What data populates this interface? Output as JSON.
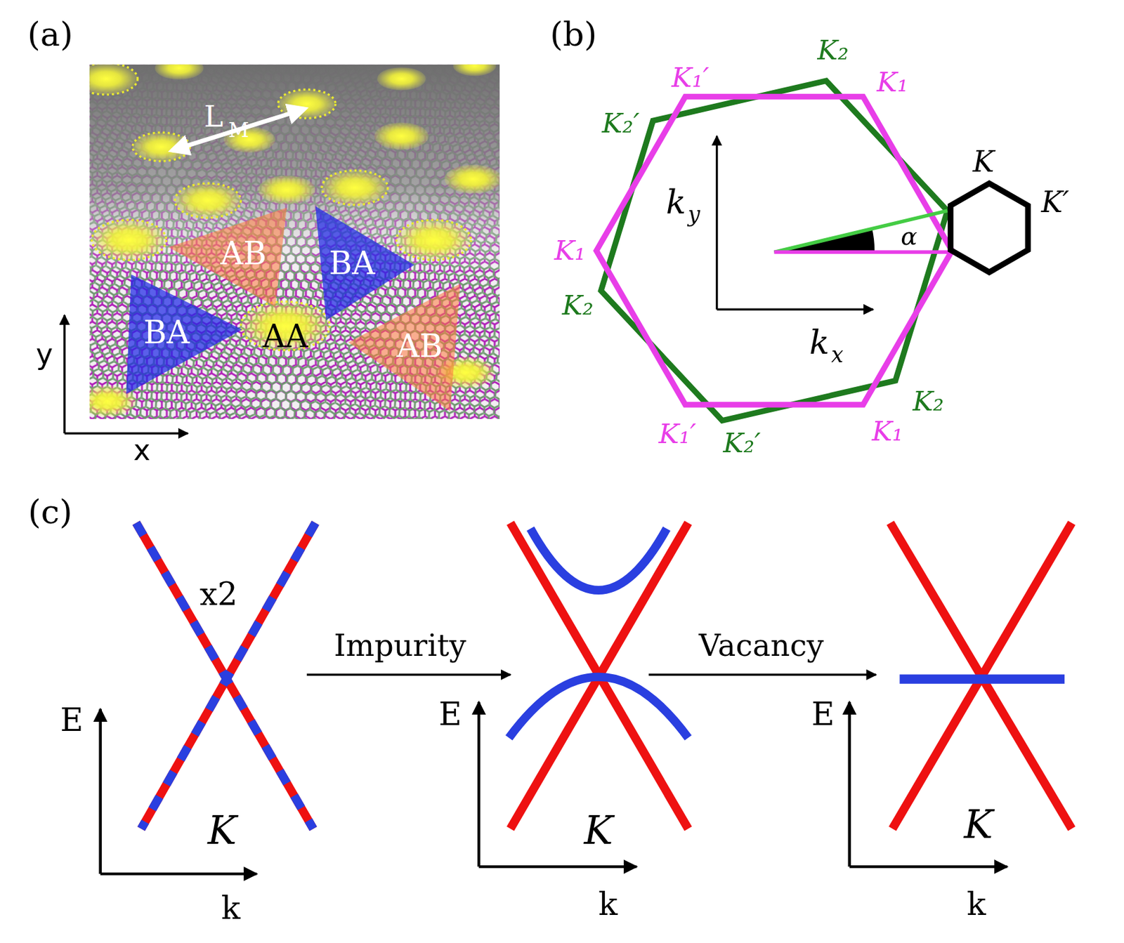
{
  "diagram": {
    "nodes": [
      {
        "text": [
          "AB"
        ]
      },
      {
        "text": [
          "BA"
        ]
      },
      {
        "text": [
          "BA"
        ]
      },
      {
        "text": [
          "AB"
        ]
      }
    ],
    "labels": [
      "(a)",
      "L",
      "M",
      "AA",
      "y",
      "x",
      "(b)",
      "K₁′",
      "K₂",
      "K₁",
      "K₂′",
      "k",
      "y",
      "α",
      "K",
      "K′",
      "K₁",
      "K₂",
      "k",
      "x",
      "K₂",
      "K₁′",
      "K₂′",
      "K₁",
      "(c)",
      "x2",
      "Impurity",
      "Vacancy",
      "E",
      "K",
      "k",
      "E",
      "K",
      "k",
      "E",
      "K",
      "k"
    ]
  }
}
